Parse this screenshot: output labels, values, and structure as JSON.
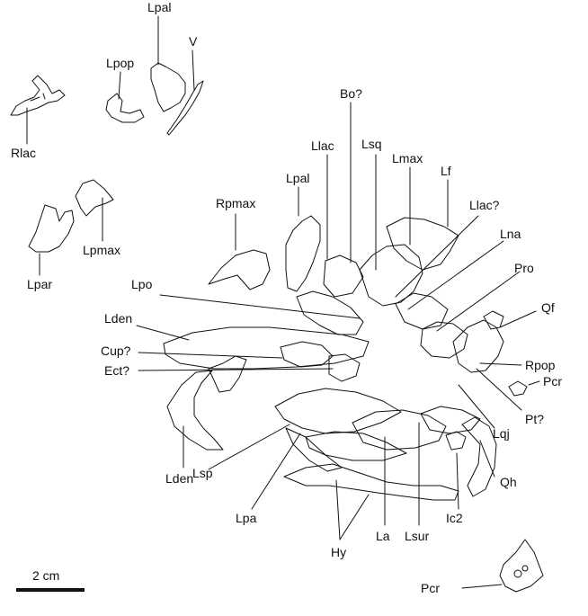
{
  "labels": {
    "rlac": "Rlac",
    "lpop": "Lpop",
    "lpal_top": "Lpal",
    "v": "V",
    "bo": "Bo?",
    "llac": "Llac",
    "lsq": "Lsq",
    "lmax": "Lmax",
    "lf": "Lf",
    "llac_q": "Llac?",
    "lna": "Lna",
    "pro": "Pro",
    "qf": "Qf",
    "rpop": "Rpop",
    "pcr_small": "Pcr",
    "pt": "Pt?",
    "lqj": "Lqj",
    "qh": "Qh",
    "ic2": "Ic2",
    "lsur": "Lsur",
    "la": "La",
    "hy": "Hy",
    "lpa": "Lpa",
    "lsp": "Lsp",
    "lden_bottom": "Lden",
    "ect": "Ect?",
    "cup": "Cup?",
    "lden_left": "Lden",
    "lpo": "Lpo",
    "lpar": "Lpar",
    "lpmax": "Lpmax",
    "rpmax": "Rpmax",
    "lpal_mid": "Lpal",
    "pcr_bottom": "Pcr"
  },
  "scale_bar": {
    "label": "2 cm"
  }
}
